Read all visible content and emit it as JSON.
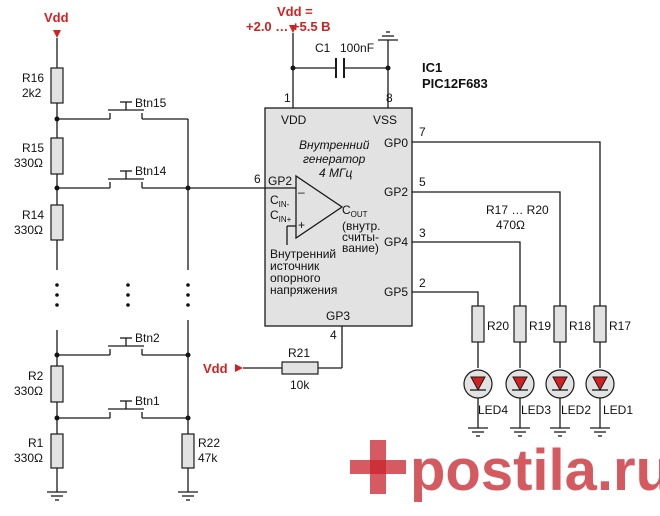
{
  "supply": {
    "vdd_label": "Vdd",
    "range_line1": "Vdd =",
    "range_line2": "+2.0 … +5.5 B",
    "color": "#d42020"
  },
  "ic": {
    "title": "IC1",
    "part": "PIC12F683",
    "vdd_pin": "VDD",
    "vss_pin": "VSS",
    "pin1": "1",
    "pin8": "8",
    "gp0": "GP0",
    "pin7": "7",
    "gp2_left": "GP2",
    "pin6": "6",
    "gp2": "GP2",
    "pin5": "5",
    "gp4": "GP4",
    "pin3": "3",
    "gp5": "GP5",
    "pin2": "2",
    "gp3": "GP3",
    "pin4": "4",
    "osc_line1": "Внутренний",
    "osc_line2": "генератор",
    "osc_line3": "4 МГц",
    "cin_minus": "C",
    "cin_minus_sub": "IN-",
    "cin_plus": "C",
    "cin_plus_sub": "IN+",
    "plus_sign": "+",
    "minus_sign": "–",
    "cout": "C",
    "cout_sub": "OUT",
    "cout_note1": "(внутр.",
    "cout_note2": "считы-",
    "cout_note3": "вание)",
    "ref_line1": "Внутренний",
    "ref_line2": "источник",
    "ref_line3": "опорного",
    "ref_line4": "напряжения"
  },
  "cap": {
    "name": "C1",
    "value": "100nF"
  },
  "ladder": {
    "r16": "R16",
    "r16_val": "2k2",
    "r15": "R15",
    "r15_val": "330Ω",
    "r14": "R14",
    "r14_val": "330Ω",
    "r2": "R2",
    "r2_val": "330Ω",
    "r1": "R1",
    "r1_val": "330Ω",
    "r22": "R22",
    "r22_val": "47k",
    "btn15": "Btn15",
    "btn14": "Btn14",
    "btn2": "Btn2",
    "btn1": "Btn1"
  },
  "pullup": {
    "vdd_label": "Vdd",
    "name": "R21",
    "value": "10k"
  },
  "leds": {
    "group_label": "R17 … R20",
    "group_value": "470Ω",
    "r20": "R20",
    "r19": "R19",
    "r18": "R18",
    "r17": "R17",
    "led4": "LED4",
    "led3": "LED3",
    "led2": "LED2",
    "led1": "LED1",
    "color": "#d42020"
  },
  "watermark": "postila.ru"
}
